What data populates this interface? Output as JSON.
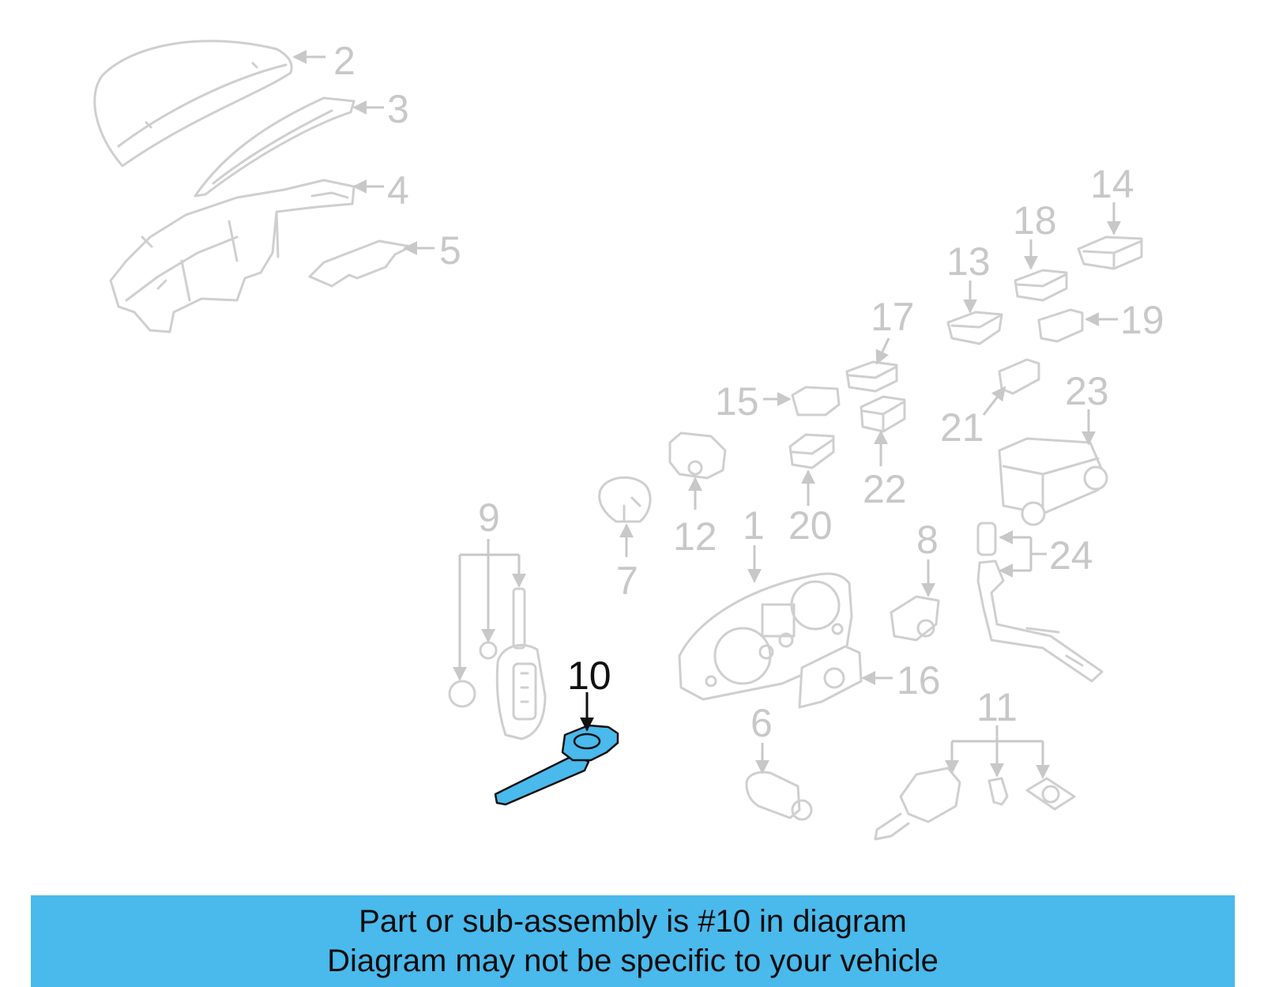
{
  "callouts": {
    "c1": "1",
    "c2": "2",
    "c3": "3",
    "c4": "4",
    "c5": "5",
    "c6": "6",
    "c7": "7",
    "c8": "8",
    "c9": "9",
    "c10": "10",
    "c11": "11",
    "c12": "12",
    "c13": "13",
    "c14": "14",
    "c15": "15",
    "c16": "16",
    "c17": "17",
    "c18": "18",
    "c19": "19",
    "c20": "20",
    "c21": "21",
    "c22": "22",
    "c23": "23",
    "c24": "24"
  },
  "highlighted_part": "10",
  "banner": {
    "line1": "Part or sub-assembly is #10 in diagram",
    "line2": "Diagram may not be specific to your vehicle"
  },
  "colors": {
    "highlight": "#4ab9ec",
    "banner_bg": "#4ab9ec",
    "ghost_lines": "#cfcfcf"
  }
}
